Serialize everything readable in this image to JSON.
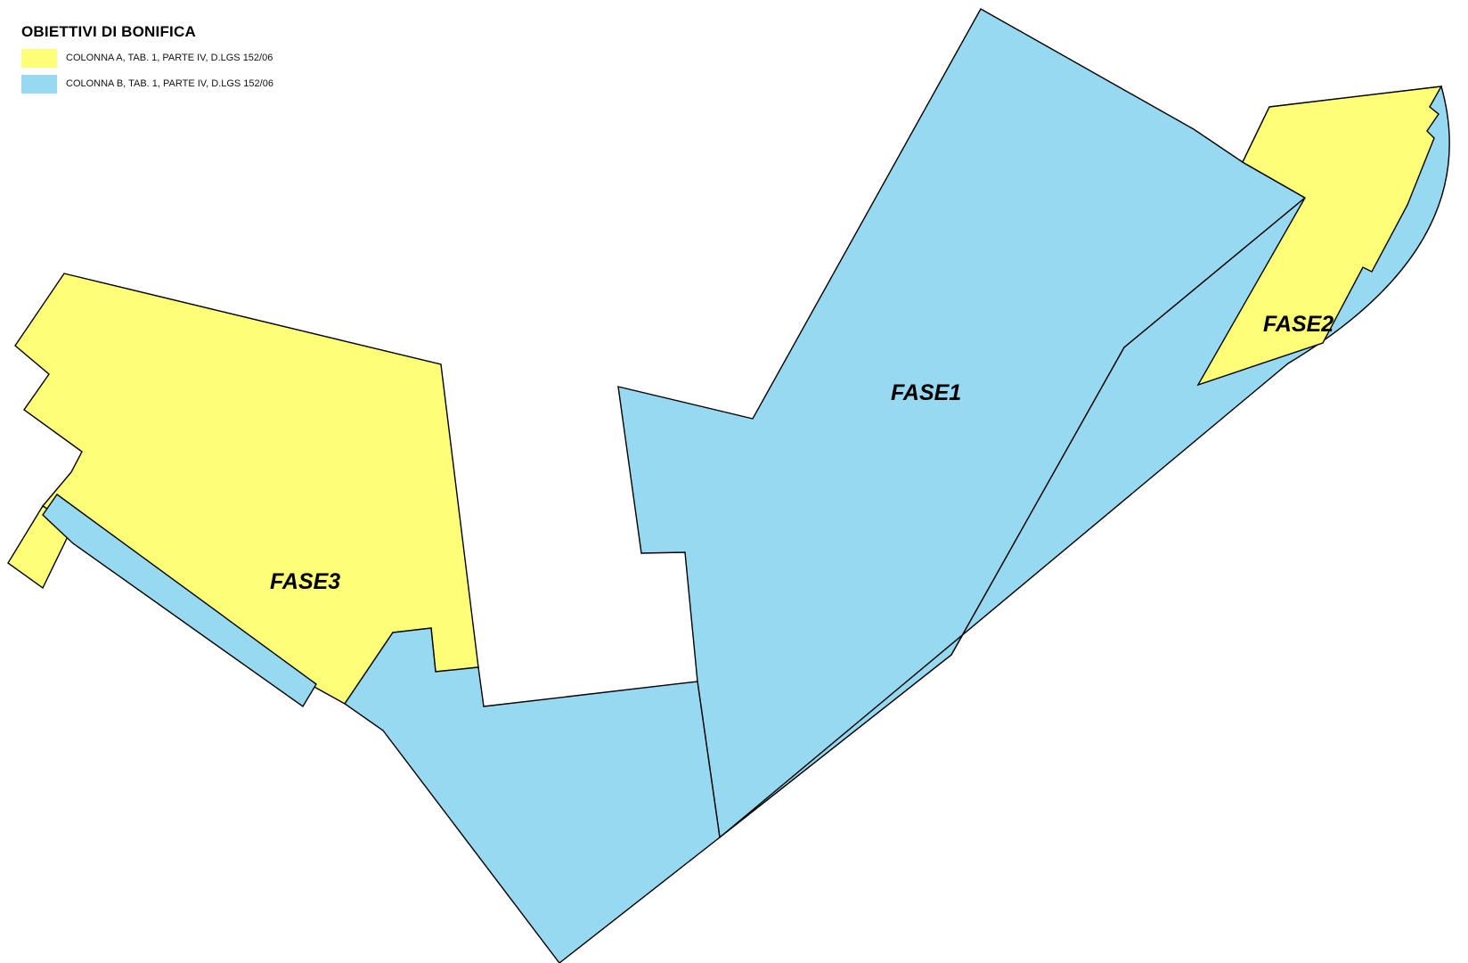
{
  "legend": {
    "title": "OBIETTIVI DI BONIFICA",
    "items": [
      {
        "label": "COLONNA A, TAB. 1, PARTE IV, D.LGS 152/06",
        "color": "#ffff77"
      },
      {
        "label": "COLONNA B, TAB. 1, PARTE IV, D.LGS 152/06",
        "color": "#97d9f0"
      }
    ]
  },
  "map": {
    "zones": [
      {
        "label": "FASE1",
        "class": "COLONNA B"
      },
      {
        "label": "FASE2",
        "class": "COLONNA A"
      },
      {
        "label": "FASE3",
        "class": "COLONNA A"
      }
    ]
  }
}
